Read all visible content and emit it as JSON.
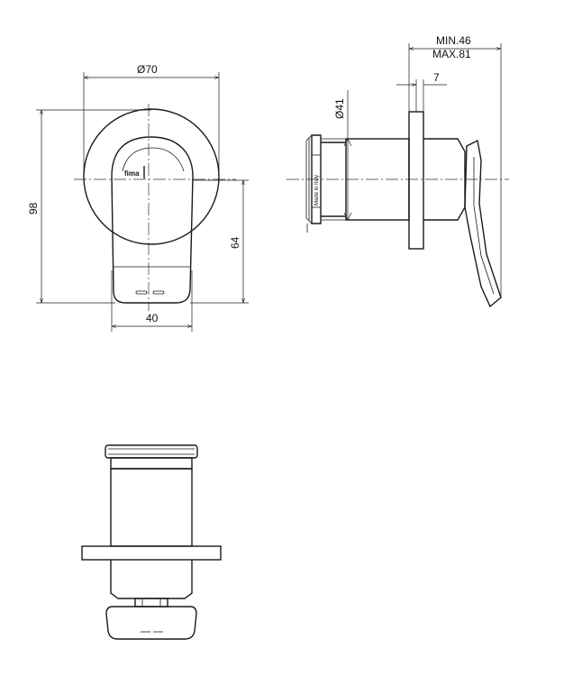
{
  "dimensions": {
    "front_diameter": "Ø70",
    "front_height": "98",
    "front_lower": "64",
    "front_width": "40",
    "side_diameter": "Ø41",
    "side_min": "MIN.46",
    "side_max": "MAX.81",
    "side_seven": "7"
  },
  "labels": {
    "brand": "fima",
    "made_in": "Made in Italy"
  }
}
